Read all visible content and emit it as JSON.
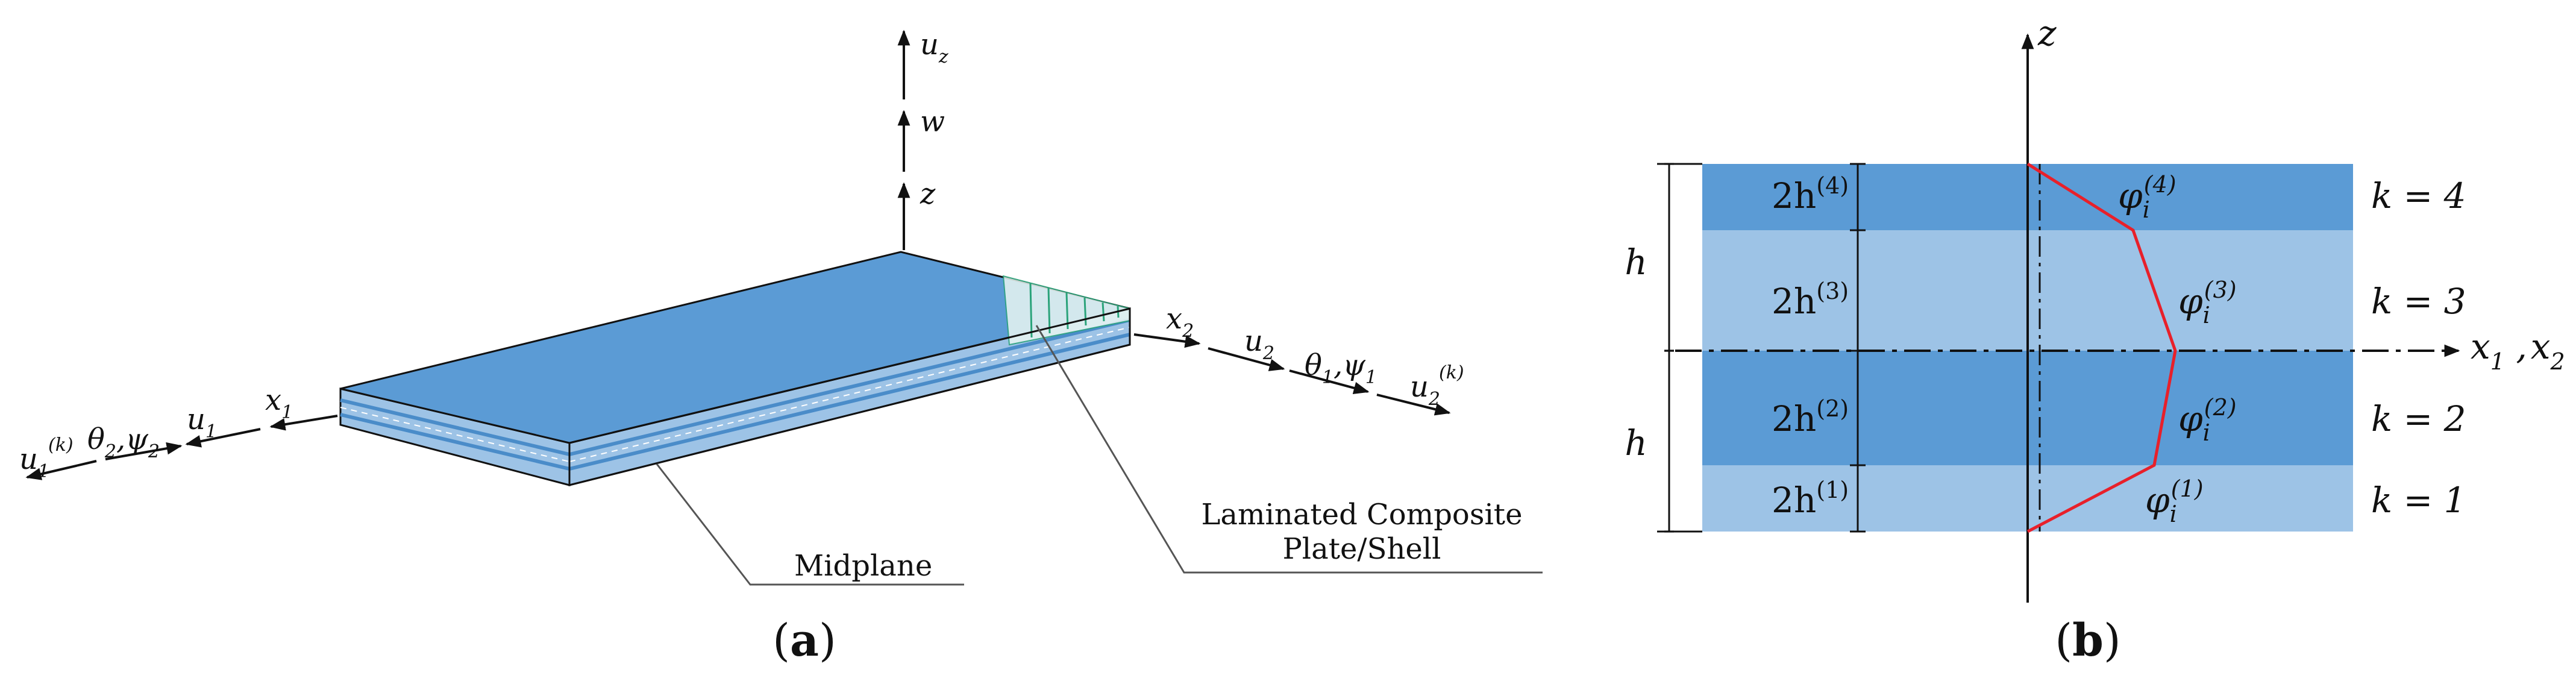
{
  "colors": {
    "plate_top": "#5b9bd5",
    "plate_front": "#9dc3e6",
    "plate_side": "#4a8cc9",
    "layer_dark": "#5b9bd5",
    "layer_light": "#9dc3e6",
    "profile_line": "#e8202a",
    "hatch": "#2aa37a",
    "stroke": "#111111",
    "leader": "#555555"
  },
  "panel_a": {
    "caption": "a",
    "labels": {
      "uz": {
        "main": "u",
        "sub": "z"
      },
      "w": "w",
      "z": "z",
      "x2": {
        "main": "x",
        "sub": "2"
      },
      "u2": {
        "main": "u",
        "sub": "2"
      },
      "theta1_psi1": {
        "a": "θ",
        "a_sub": "1",
        "sep": ",",
        "b": "ψ",
        "b_sub": "1"
      },
      "u2k": {
        "main": "u",
        "sub": "2",
        "sup": "(k)"
      },
      "x1": {
        "main": "x",
        "sub": "1"
      },
      "u1": {
        "main": "u",
        "sub": "1"
      },
      "theta2_psi2": {
        "a": "θ",
        "a_sub": "2",
        "sep": ",",
        "b": "ψ",
        "b_sub": "2"
      },
      "u1k": {
        "main": "u",
        "sub": "1",
        "sup": "(k)"
      }
    },
    "midplane_label": "Midplane",
    "plate_label_line1": "Laminated Composite",
    "plate_label_line2": "Plate/Shell"
  },
  "panel_b": {
    "caption": "b",
    "z_label": "z",
    "axis_label": {
      "a": "x",
      "a_sub": "1",
      "sep": " ,",
      "b": "x",
      "b_sub": "2"
    },
    "h_label": "h",
    "layers": [
      {
        "thickness": {
          "pre": "2h",
          "sup": "(4)"
        },
        "phi": {
          "main": "φ",
          "sub": "i",
          "sup": "(4)"
        },
        "k": "k = 4"
      },
      {
        "thickness": {
          "pre": "2h",
          "sup": "(3)"
        },
        "phi": {
          "main": "φ",
          "sub": "i",
          "sup": "(3)"
        },
        "k": "k = 3"
      },
      {
        "thickness": {
          "pre": "2h",
          "sup": "(2)"
        },
        "phi": {
          "main": "φ",
          "sub": "i",
          "sup": "(2)"
        },
        "k": "k = 2"
      },
      {
        "thickness": {
          "pre": "2h",
          "sup": "(1)"
        },
        "phi": {
          "main": "φ",
          "sub": "i",
          "sup": "(1)"
        },
        "k": "k = 1"
      }
    ]
  }
}
